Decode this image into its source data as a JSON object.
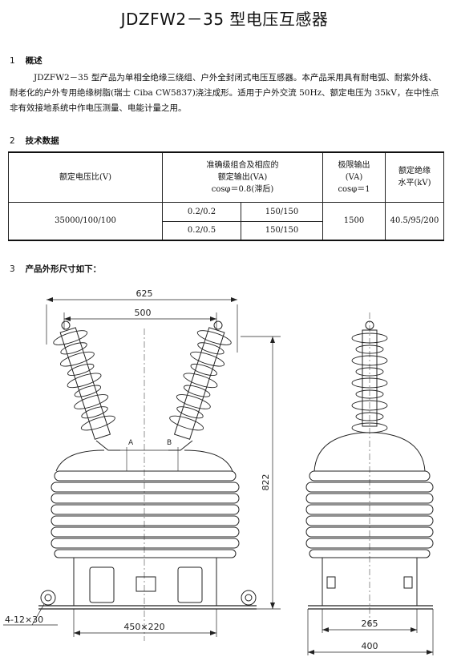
{
  "title": "JDZFW2－35 型电压互感器",
  "section1": {
    "number": "1",
    "heading": "概述",
    "text": "JDZFW2－35 型产品为单相全绝缘三绕组、户外全封闭式电压互感器。本产品采用具有耐电弧、耐紫外线、耐老化的户外专用绝缘树脂(瑞士 Ciba CW5837)浇注成形。适用于户外交流 50Hz、额定电压为 35kV，在中性点非有效接地系统中作电压测量、电能计量之用。"
  },
  "section2": {
    "number": "2",
    "heading": "技术数据",
    "table": {
      "h_ratio": "额定电压比(V)",
      "h_accuracy_1": "准确级组合及相应的",
      "h_accuracy_2": "额定输出(VA)",
      "h_accuracy_3": "cosφ＝0.8(滞后)",
      "h_limit_1": "极限输出",
      "h_limit_2": "(VA)",
      "h_limit_3": "cosφ＝1",
      "h_insul_1": "额定绝缘",
      "h_insul_2": "水平(kV)",
      "ratio": "35000/100/100",
      "rows": [
        {
          "class": "0.2/0.2",
          "output": "150/150"
        },
        {
          "class": "0.2/0.5",
          "output": "150/150"
        }
      ],
      "limit": "1500",
      "insulation": "40.5/95/200"
    }
  },
  "section3": {
    "number": "3",
    "heading": "产品外形尺寸如下："
  },
  "drawing": {
    "dim_625": "625",
    "dim_500": "500",
    "dim_822": "822",
    "dim_holes": "4-12×30",
    "dim_450x220": "450×220",
    "dim_265": "265",
    "dim_400": "400",
    "label_a": "A",
    "label_b": "B"
  }
}
